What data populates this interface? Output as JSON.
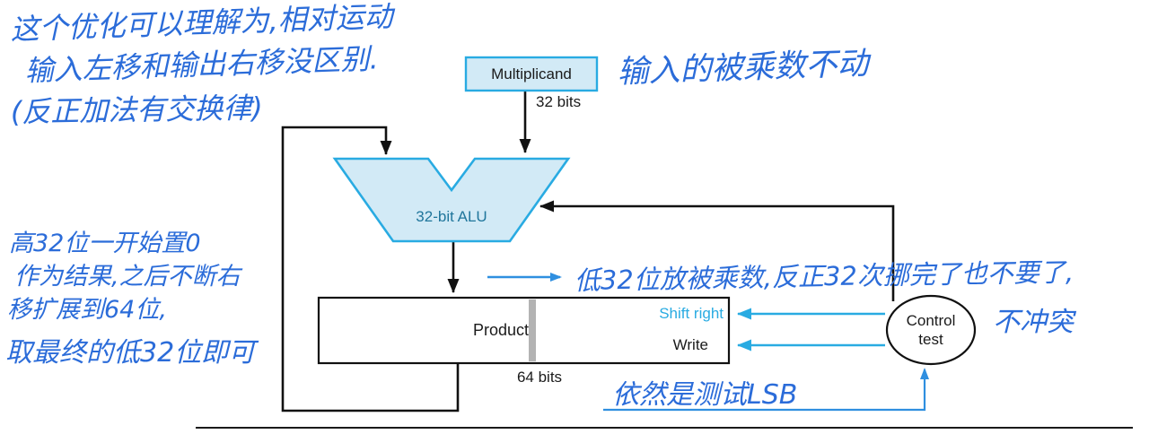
{
  "diagram": {
    "multiplicand_label": "Multiplicand",
    "multiplicand_bits": "32 bits",
    "alu_label": "32-bit ALU",
    "product_label": "Product",
    "product_bits": "64 bits",
    "shift_right_label": "Shift right",
    "write_label": "Write",
    "control_test_line1": "Control",
    "control_test_line2": "test",
    "colors": {
      "box_fill": "#d2eaf6",
      "box_stroke": "#29abe2",
      "control_signal": "#29abe2",
      "line_black": "#111111",
      "divider_gray": "#b3b3b3",
      "handwriting_blue": "#2b6cd9",
      "hand_arrow_blue": "#2f8fe0"
    }
  },
  "annotations": {
    "top_left_line1": "这个优化可以理解为,相对运动",
    "top_left_line2": "输入左移和输出右移没区别.",
    "top_left_line3": "(反正加法有交换律)",
    "multiplicand_note": "输入的被乘数不动",
    "left_note_line1": "高32位一开始置0",
    "left_note_line2": "作为结果,之后不断右",
    "left_note_line3": "移扩展到64位,",
    "left_note_line4": "取最终的低32位即可",
    "low_bits_note_line1": "低32位放被乘数,反正32次挪完了也不要了,",
    "low_bits_note_line2": "不冲突",
    "lsb_note": "依然是测试LSB"
  }
}
